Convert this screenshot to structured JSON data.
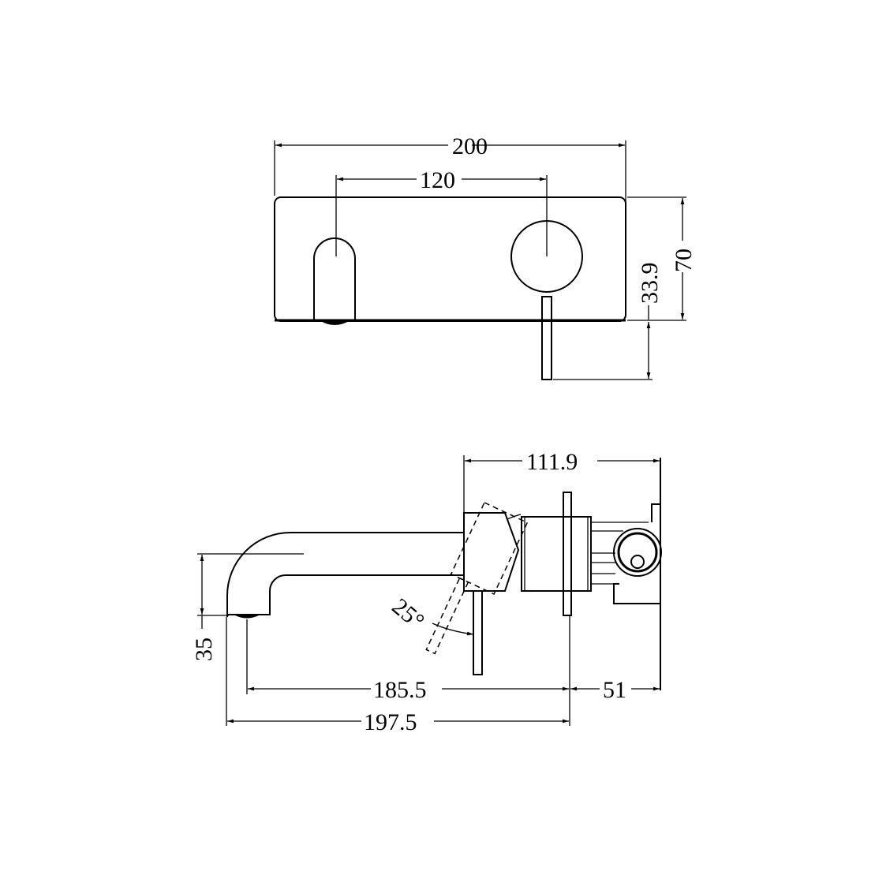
{
  "drawing": {
    "title": "Wall-mounted basin mixer with spout - technical dimension drawing",
    "line_color": "#000000",
    "background": "#ffffff"
  },
  "front_view": {
    "dimensions": {
      "overall_width": "200",
      "centre_spacing": "120",
      "plate_height": "70",
      "handle_drop": "33.9"
    }
  },
  "side_view": {
    "dimensions": {
      "body_depth": "111.9",
      "spout_height": "35",
      "lever_angle": "25°",
      "spout_reach_outlet": "185.5",
      "spout_reach_overall": "197.5",
      "wall_depth": "51"
    }
  }
}
